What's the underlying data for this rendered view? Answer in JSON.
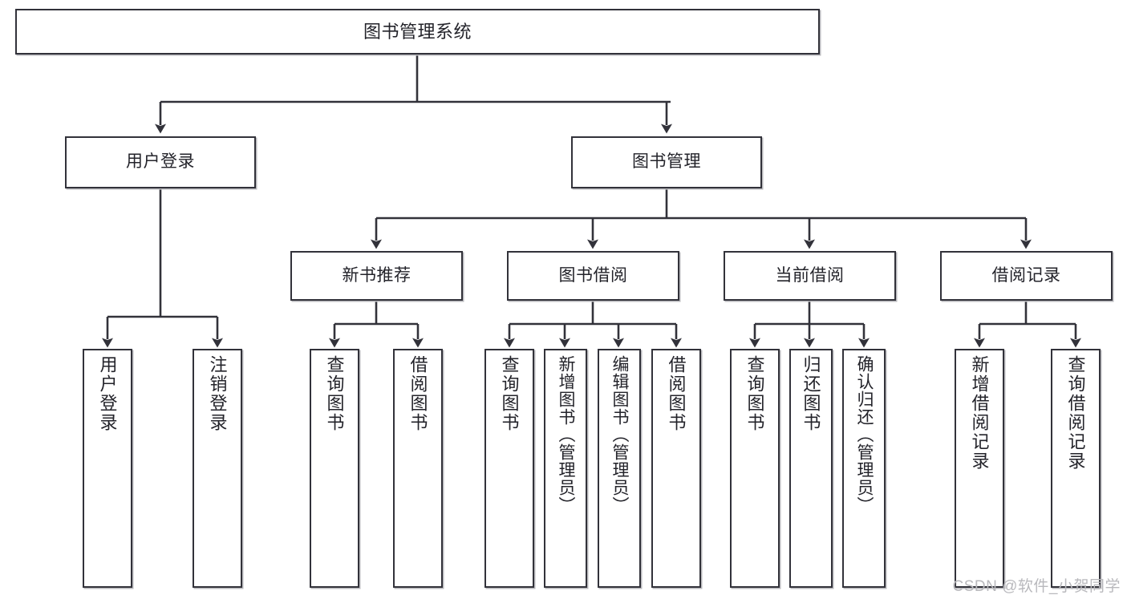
{
  "diagram": {
    "type": "tree",
    "title": "图书管理系统",
    "colors": {
      "box_border": "#32323a",
      "box_fill": "#ffffff",
      "connector": "#32323a",
      "text": "#23232a",
      "watermark": "#b9b9bd"
    },
    "nodes": {
      "root": {
        "label": "图书管理系统"
      },
      "level2": [
        {
          "label": "用户登录"
        },
        {
          "label": "图书管理"
        }
      ],
      "level3": [
        {
          "label": "新书推荐"
        },
        {
          "label": "图书借阅"
        },
        {
          "label": "当前借阅"
        },
        {
          "label": "借阅记录"
        }
      ],
      "leaves": [
        {
          "label": "用户登录",
          "parent": "用户登录"
        },
        {
          "label": "注销登录",
          "parent": "用户登录"
        },
        {
          "label": "查询图书",
          "parent": "新书推荐"
        },
        {
          "label": "借阅图书",
          "parent": "新书推荐"
        },
        {
          "label": "查询图书",
          "parent": "图书借阅"
        },
        {
          "label": "新增图书（管理员）",
          "parent": "图书借阅"
        },
        {
          "label": "编辑图书（管理员）",
          "parent": "图书借阅"
        },
        {
          "label": "借阅图书",
          "parent": "图书借阅"
        },
        {
          "label": "查询图书",
          "parent": "当前借阅"
        },
        {
          "label": "归还图书",
          "parent": "当前借阅"
        },
        {
          "label": "确认归还（管理员）",
          "parent": "当前借阅"
        },
        {
          "label": "新增借阅记录",
          "parent": "借阅记录"
        },
        {
          "label": "查询借阅记录",
          "parent": "借阅记录"
        }
      ]
    }
  },
  "watermark": {
    "text": "CSDN @软件_小贺同学"
  }
}
